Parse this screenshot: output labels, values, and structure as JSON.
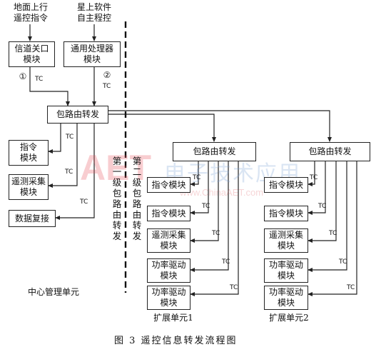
{
  "figure": {
    "caption": "图 3   遥控信息转发流程图"
  },
  "sources": {
    "ground": "地面上行\n遥控指令",
    "onboard": "星上软件\n自主程控"
  },
  "center": {
    "channel_gate": "信道关口\n模块",
    "processor": "通用处理器\n模块",
    "router": "包路由转发",
    "command": "指令\n模块",
    "telemetry": "遥测采集\n模块",
    "data_mux": "数据复接",
    "label": "中心管理单元",
    "step1": "①",
    "step2": "②"
  },
  "tc": "TC",
  "level1": "第一级包路由转发",
  "level2": "第二级包路由转发",
  "ext1": {
    "router": "包路由转发",
    "cmd1": "指令模块",
    "cmd2": "指令模块",
    "telemetry": "遥测采集\n模块",
    "power1": "功率驱动\n模块",
    "power2": "功率驱动\n模块",
    "label": "扩展单元1"
  },
  "ext2": {
    "router": "包路由转发",
    "cmd1": "指令模块",
    "cmd2": "指令模块",
    "telemetry": "遥测采集\n模块",
    "power1": "功率驱动\n模块",
    "power2": "功率驱动\n模块",
    "label": "扩展单元2"
  },
  "watermark": {
    "logo": "AET",
    "cn": "电子技术应用",
    "url": "www.ChinaAET.com"
  }
}
